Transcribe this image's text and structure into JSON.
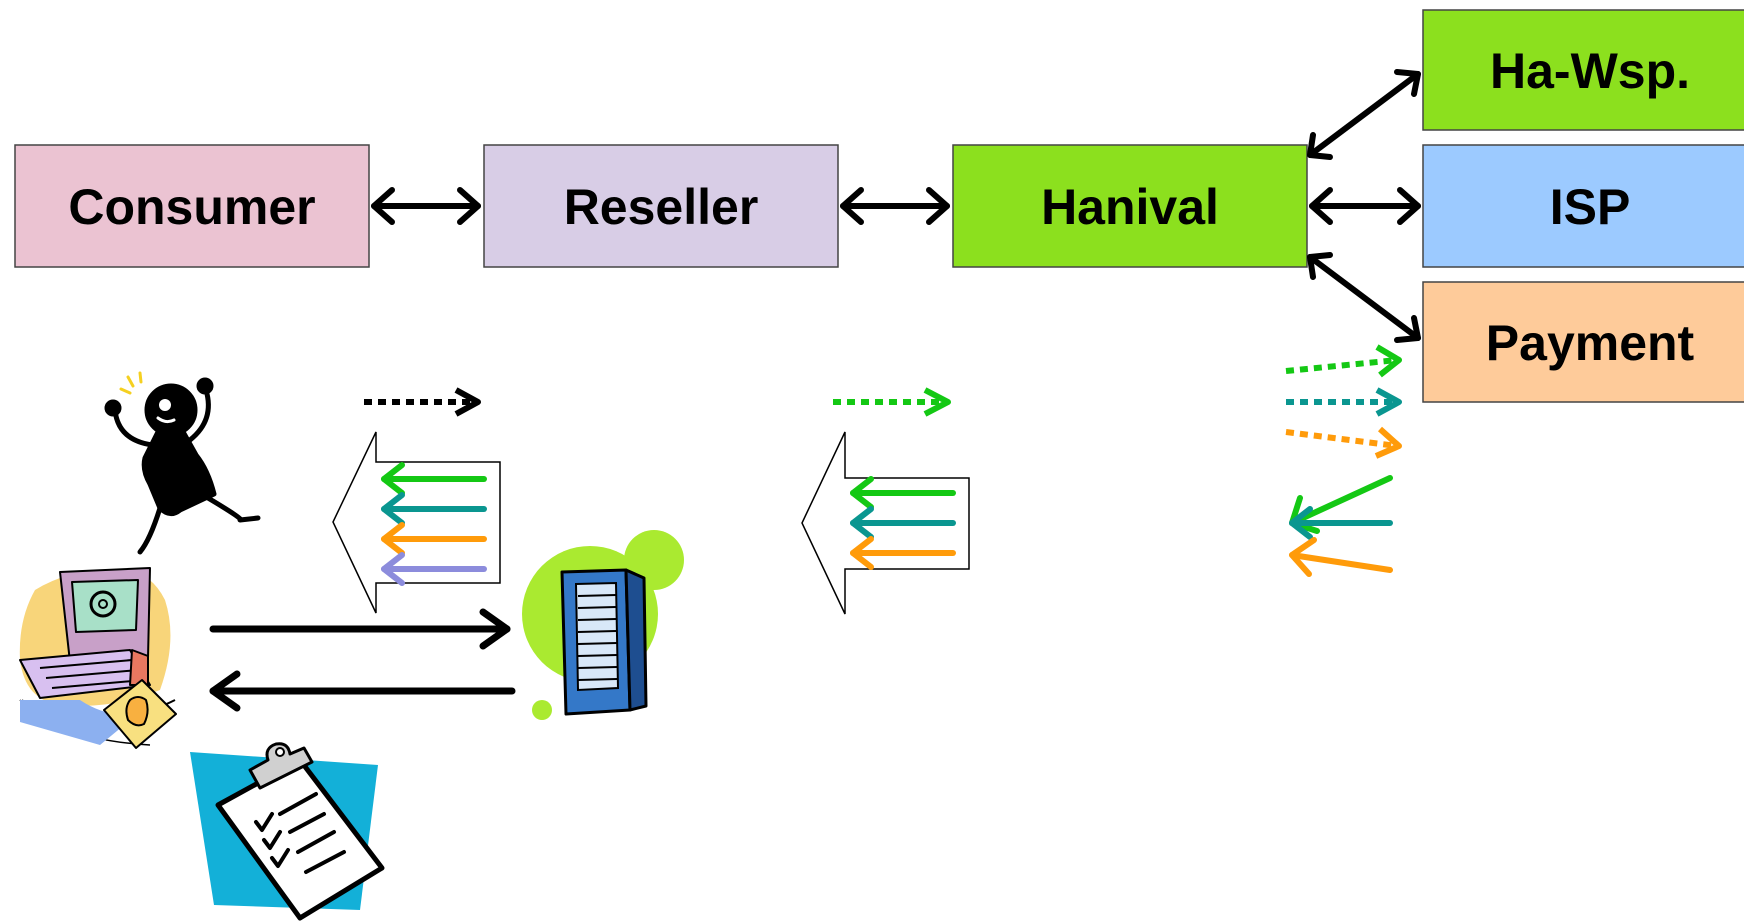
{
  "nodes": {
    "consumer": {
      "label": "Consumer",
      "color": "#ebc3d2"
    },
    "reseller": {
      "label": "Reseller",
      "color": "#d8cde6"
    },
    "hanival": {
      "label": "Hanival",
      "color": "#8ce01e"
    },
    "hawsp": {
      "label": "Ha-Wsp.",
      "color": "#8ce01e"
    },
    "isp": {
      "label": "ISP",
      "color": "#9ccaff"
    },
    "payment": {
      "label": "Payment",
      "color": "#fecb9a"
    }
  },
  "arrow_colors": {
    "black": "#000000",
    "green": "#14c814",
    "teal": "#0a9690",
    "orange": "#ff9b0a",
    "purple": "#8c8cdc"
  },
  "icons": [
    "stick-figure-icon",
    "computer-icon",
    "server-icon",
    "clipboard-icon"
  ]
}
